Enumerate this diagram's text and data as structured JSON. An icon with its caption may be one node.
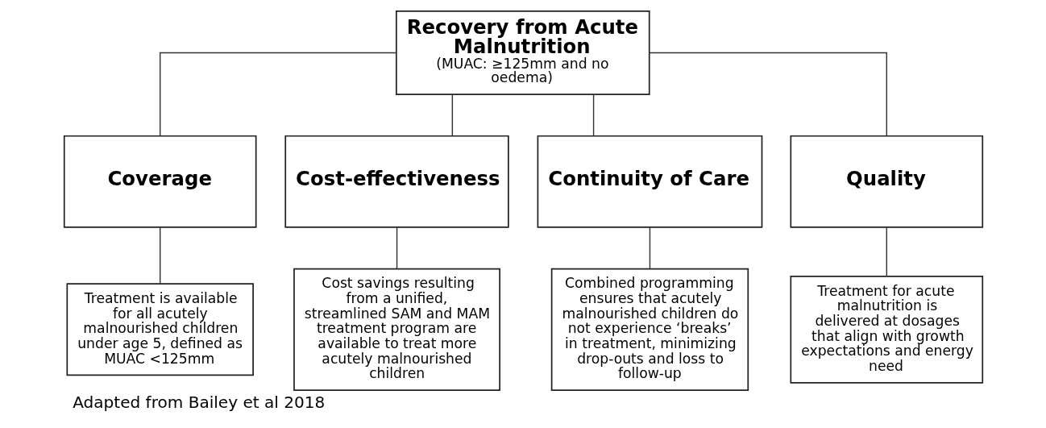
{
  "diagram": {
    "caption": "Adapted from Bailey et al 2018",
    "nodes": [
      {
        "text": [
          "Recovery from Acute Malnutrition",
          "(MUAC: ≥125mm and no oedema)"
        ]
      },
      {
        "text": [
          "Coverage"
        ]
      },
      {
        "text": [
          "Cost-effectiveness"
        ]
      },
      {
        "text": [
          "Continuity of Care"
        ]
      },
      {
        "text": [
          "Quality"
        ]
      },
      {
        "text": [
          "Treatment is available for all acutely malnourished children under age 5, defined as MUAC <125mm"
        ]
      },
      {
        "text": [
          "Cost savings resulting from a unified, streamlined SAM and MAM treatment program are available to treat more acutely malnourished children"
        ]
      },
      {
        "text": [
          "Combined programming ensures that acutely malnourished children do not experience ‘breaks’ in treatment, minimizing drop-outs and loss to follow-up"
        ]
      },
      {
        "text": [
          "Treatment for acute malnutrition is delivered at dosages that align with growth expectations and energy need"
        ]
      }
    ],
    "edges": [
      {
        "from": 0,
        "to": 1,
        "arrow": "none"
      },
      {
        "from": 0,
        "to": 2,
        "arrow": "none"
      },
      {
        "from": 0,
        "to": 3,
        "arrow": "none"
      },
      {
        "from": 0,
        "to": 4,
        "arrow": "none"
      },
      {
        "from": 1,
        "to": 5,
        "arrow": "none"
      },
      {
        "from": 2,
        "to": 6,
        "arrow": "none"
      },
      {
        "from": 3,
        "to": 7,
        "arrow": "none"
      },
      {
        "from": 4,
        "to": 8,
        "arrow": "none"
      }
    ]
  }
}
